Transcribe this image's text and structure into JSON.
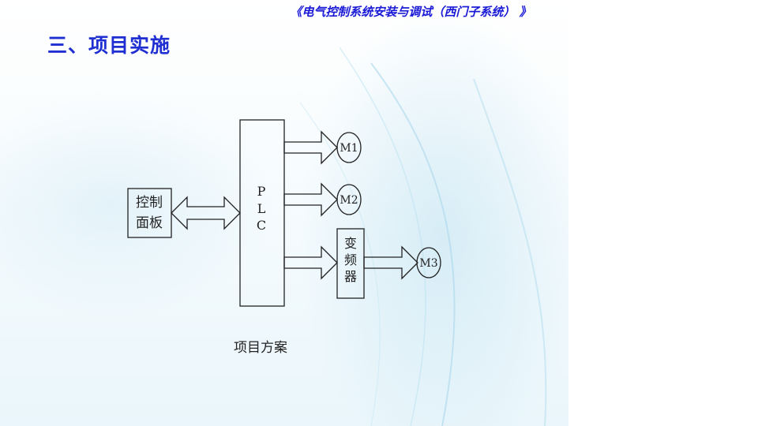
{
  "header": {
    "title": "《电气控制系统安装与调试（西门子系统）  》"
  },
  "section": {
    "heading": "三、项目实施"
  },
  "diagram": {
    "control_panel": [
      "控制",
      "面板"
    ],
    "plc": [
      "P",
      "L",
      "C"
    ],
    "motors": [
      "M1",
      "M2",
      "M3"
    ],
    "inverter": [
      "变",
      "频",
      "器"
    ],
    "caption": "项目方案"
  },
  "colors": {
    "heading": "#1f2fd1",
    "header": "#1a1ad6",
    "line": "#222222"
  }
}
